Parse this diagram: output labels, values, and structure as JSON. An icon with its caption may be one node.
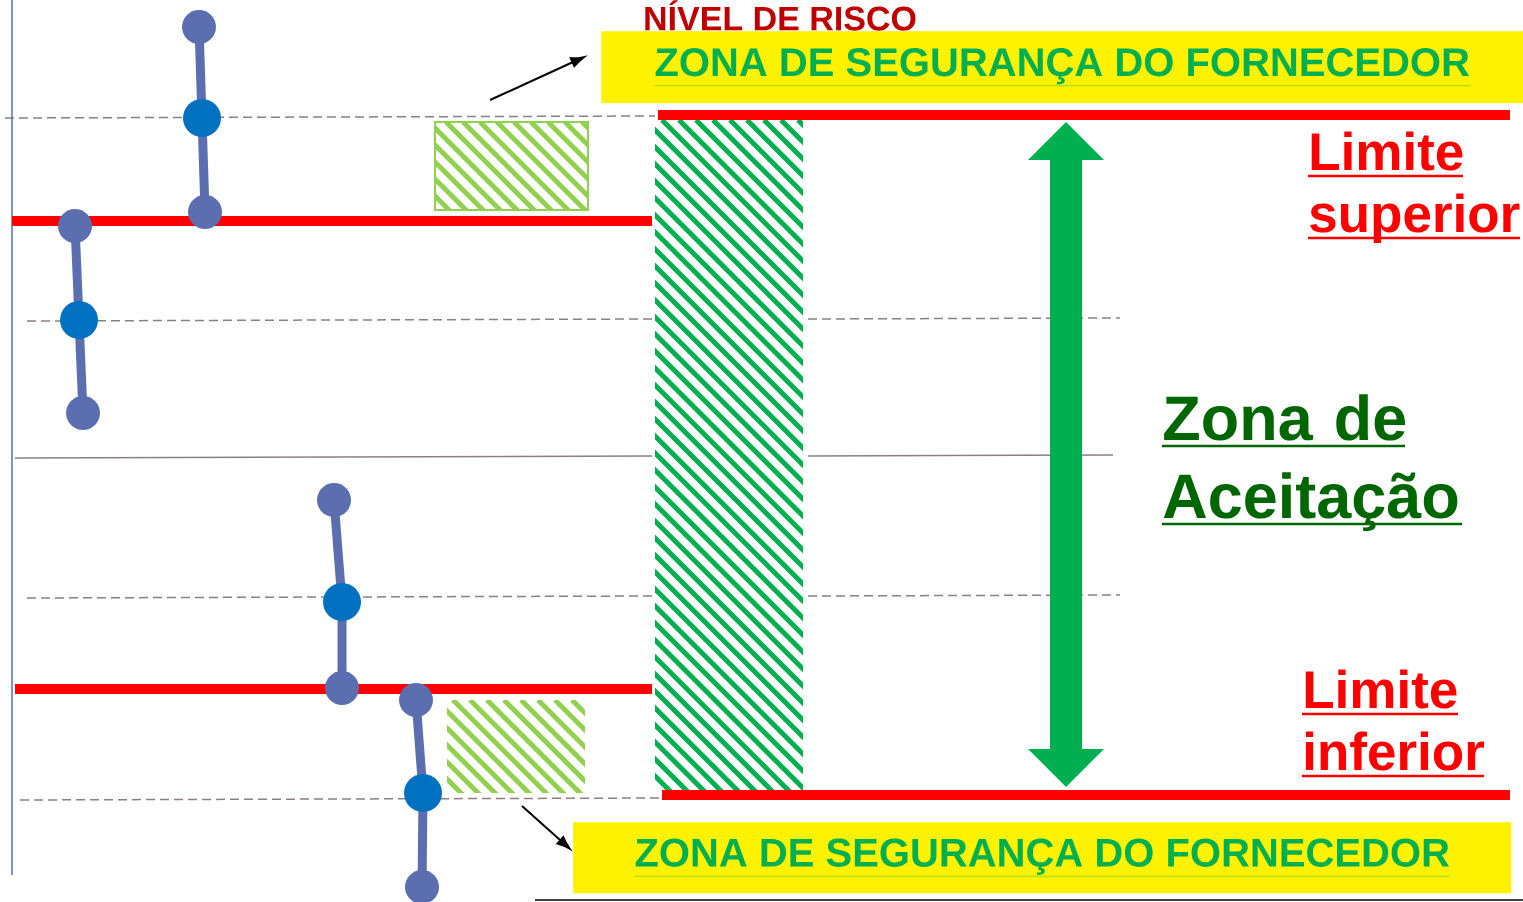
{
  "diagram": {
    "title": "NÍVEL DE RISCO",
    "nodes": [
      {
        "text": [
          "ZONA DE SEGURANÇA DO FORNECEDOR"
        ]
      },
      {
        "text": [
          "ZONA DE SEGURANÇA DO FORNECEDOR"
        ]
      }
    ],
    "edges": [
      {
        "from": null,
        "to": 0,
        "arrow": "to"
      },
      {
        "from": null,
        "to": 1,
        "arrow": "to"
      }
    ],
    "labels": [
      "Limite superior",
      "Zona de Aceitação",
      "Limite inferior"
    ]
  }
}
